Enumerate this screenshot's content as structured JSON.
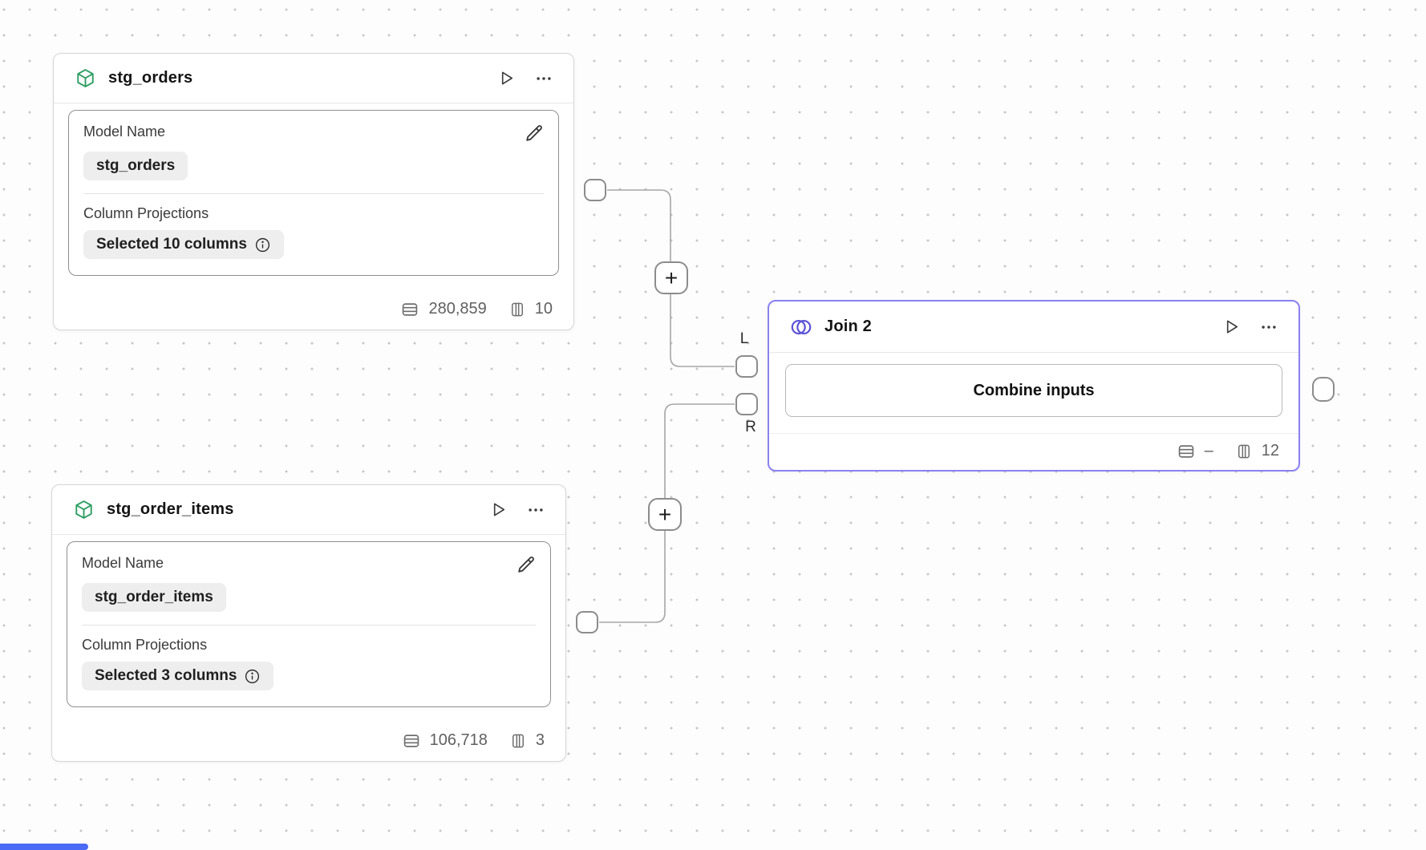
{
  "canvas": {
    "background": "#fdfdfd",
    "dot_color": "#c6c6c6"
  },
  "nodes": {
    "stg_orders": {
      "title": "stg_orders",
      "fields": {
        "model_name": {
          "label": "Model Name",
          "value": "stg_orders"
        },
        "column_projections": {
          "label": "Column Projections",
          "value": "Selected 10 columns"
        }
      },
      "stats": {
        "rows": "280,859",
        "columns": "10"
      }
    },
    "stg_order_items": {
      "title": "stg_order_items",
      "fields": {
        "model_name": {
          "label": "Model Name",
          "value": "stg_order_items"
        },
        "column_projections": {
          "label": "Column Projections",
          "value": "Selected 3 columns"
        }
      },
      "stats": {
        "rows": "106,718",
        "columns": "3"
      }
    },
    "join": {
      "title": "Join 2",
      "button_label": "Combine inputs",
      "stats": {
        "rows": "–",
        "columns": "12"
      }
    }
  },
  "ports": {
    "left_label": "L",
    "right_label": "R"
  },
  "add_step_label": "+",
  "colors": {
    "model_icon": "#2e9e63",
    "join_icon": "#5a52d5",
    "join_border": "#8a82f2",
    "edge": "#a6a6a6",
    "stats_text": "#606060",
    "scrollbar": "#4a6bf5"
  }
}
